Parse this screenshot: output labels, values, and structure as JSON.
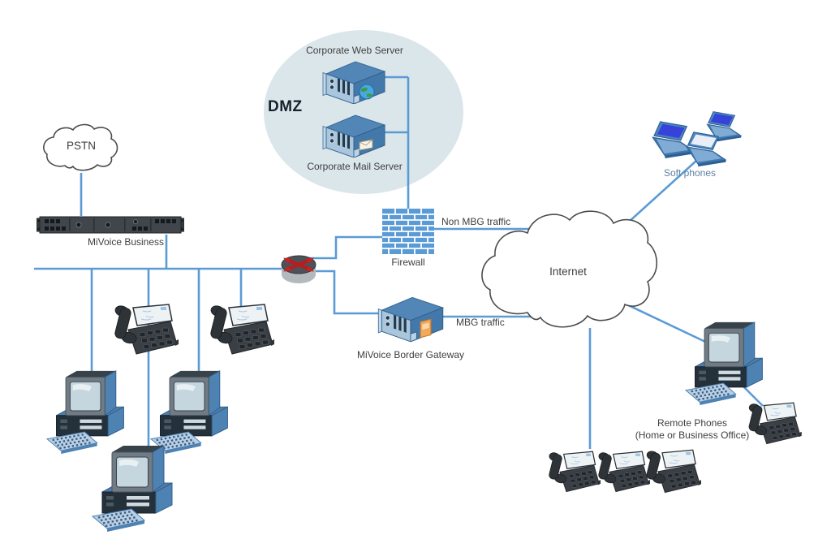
{
  "labels": {
    "dmz": "DMZ",
    "corporate_web_server": "Corporate Web Server",
    "corporate_mail_server": "Corporate Mail Server",
    "pstn": "PSTN",
    "mivoice_business": "MiVoice Business",
    "firewall": "Firewall",
    "non_mbg_traffic": "Non MBG traffic",
    "mbg_traffic": "MBG traffic",
    "mivoice_border_gateway": "MiVoice Border Gateway",
    "internet": "Internet",
    "soft_phones": "Soft phones",
    "remote_phones_line1": "Remote Phones",
    "remote_phones_line2": "(Home or Business Office)"
  },
  "colors": {
    "connector_blue": "#5b9bd5",
    "dmz_zone_fill": "#dbe6eb",
    "firewall_brick": "#5b9bd5",
    "label_text": "#3f3f3f",
    "soft_phones_text": "#5f7f9f",
    "router_arrow_red": "#b91c1c",
    "server_body_blue": "#4379aa",
    "phone_body": "#3a3f45"
  }
}
